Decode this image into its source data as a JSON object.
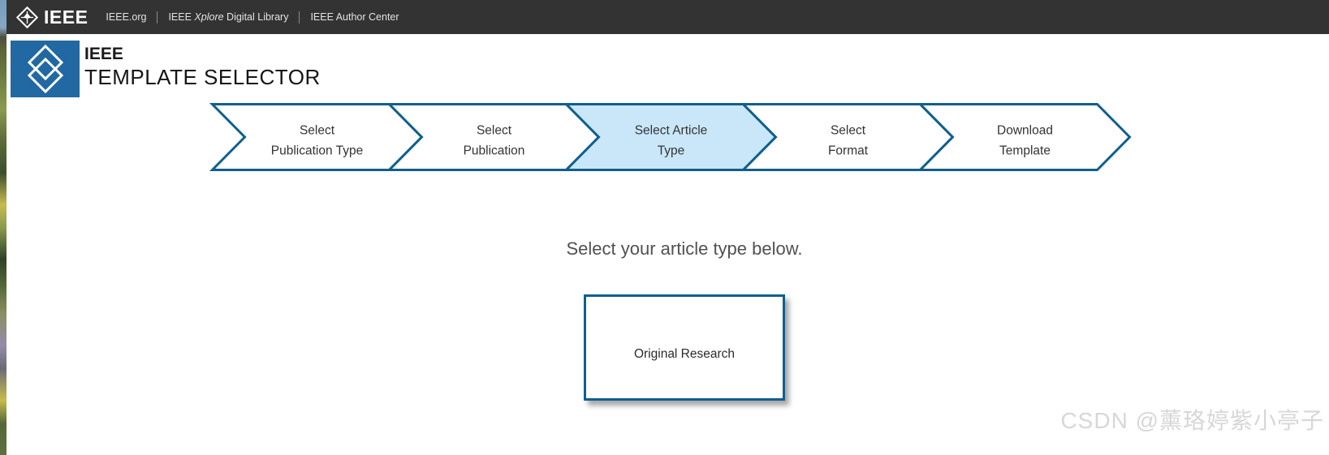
{
  "colors": {
    "accent": "#0f5f8e",
    "highlight": "#c9e7f9",
    "topbar-bg": "#333333",
    "logo-blue": "#2268a2"
  },
  "top_nav": {
    "brand": "IEEE",
    "links": [
      {
        "label": "IEEE.org"
      },
      {
        "prefix": "IEEE ",
        "italic": "Xplore",
        "suffix": " Digital Library"
      },
      {
        "label": "IEEE Author Center"
      }
    ]
  },
  "header": {
    "title_line1": "IEEE",
    "title_line2": "TEMPLATE SELECTOR"
  },
  "steps": {
    "active_index": 2,
    "items": [
      {
        "line1": "Select",
        "line2": "Publication Type"
      },
      {
        "line1": "Select",
        "line2": "Publication"
      },
      {
        "line1": "Select Article",
        "line2": "Type"
      },
      {
        "line1": "Select",
        "line2": "Format"
      },
      {
        "line1": "Download",
        "line2": "Template"
      }
    ]
  },
  "main": {
    "prompt": "Select your article type below.",
    "options": [
      {
        "label": "Original Research"
      }
    ]
  },
  "watermark": {
    "text": "CSDN @薰珞婷紫小亭子"
  }
}
